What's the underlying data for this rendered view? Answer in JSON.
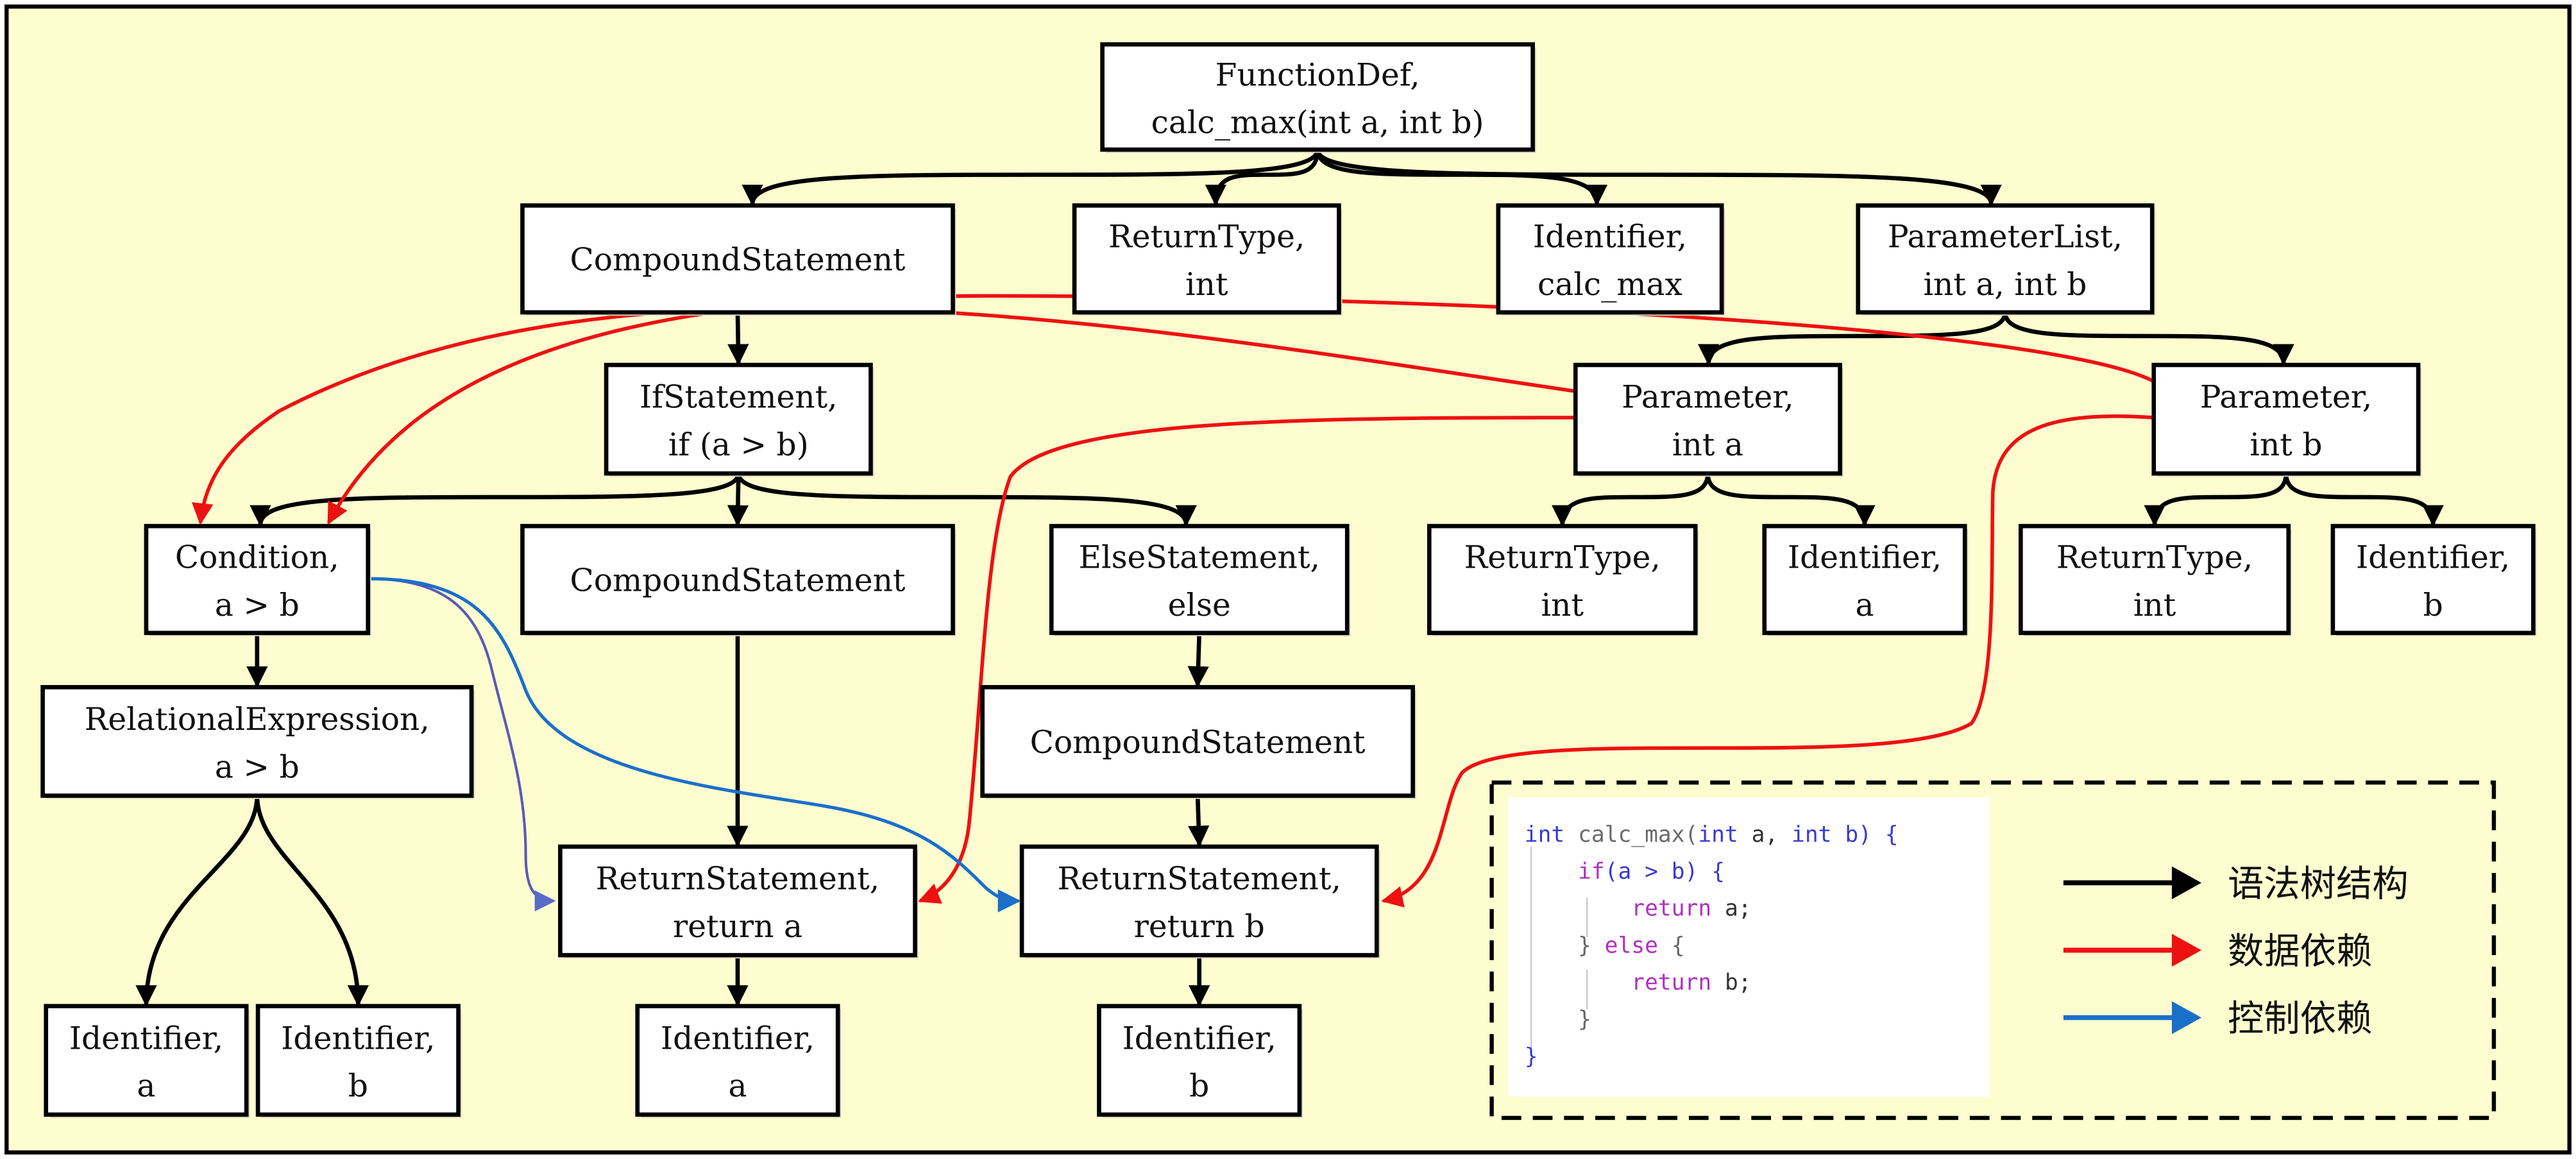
{
  "diagram": {
    "background_color": "#fdfdd0",
    "colors": {
      "tree": "#000000",
      "data_dependency": "#ee1111",
      "control_dependency": "#1a6fc9"
    },
    "nodes": [
      {
        "id": "functiondef",
        "lines": [
          "FunctionDef,",
          "calc_max(int a, int b)"
        ]
      },
      {
        "id": "compound1",
        "lines": [
          "CompoundStatement"
        ]
      },
      {
        "id": "returntype_fn",
        "lines": [
          "ReturnType,",
          "int"
        ]
      },
      {
        "id": "identifier_fn",
        "lines": [
          "Identifier,",
          "calc_max"
        ]
      },
      {
        "id": "parameterlist",
        "lines": [
          "ParameterList,",
          "int a, int b"
        ]
      },
      {
        "id": "ifstatement",
        "lines": [
          "IfStatement,",
          "if (a > b)"
        ]
      },
      {
        "id": "param_a",
        "lines": [
          "Parameter,",
          "int a"
        ]
      },
      {
        "id": "param_b",
        "lines": [
          "Parameter,",
          "int b"
        ]
      },
      {
        "id": "condition",
        "lines": [
          "Condition,",
          "a > b"
        ]
      },
      {
        "id": "compound2",
        "lines": [
          "CompoundStatement"
        ]
      },
      {
        "id": "elsestatement",
        "lines": [
          "ElseStatement,",
          "else"
        ]
      },
      {
        "id": "returntype_a",
        "lines": [
          "ReturnType,",
          "int"
        ]
      },
      {
        "id": "identifier_pa",
        "lines": [
          "Identifier,",
          "a"
        ]
      },
      {
        "id": "returntype_b",
        "lines": [
          "ReturnType,",
          "int"
        ]
      },
      {
        "id": "identifier_pb",
        "lines": [
          "Identifier,",
          "b"
        ]
      },
      {
        "id": "relational",
        "lines": [
          "RelationalExpression,",
          "a > b"
        ]
      },
      {
        "id": "compound3",
        "lines": [
          "CompoundStatement"
        ]
      },
      {
        "id": "return_a",
        "lines": [
          "ReturnStatement,",
          "return a"
        ]
      },
      {
        "id": "return_b",
        "lines": [
          "ReturnStatement,",
          "return b"
        ]
      },
      {
        "id": "identifier_rel_a",
        "lines": [
          "Identifier,",
          "a"
        ]
      },
      {
        "id": "identifier_rel_b",
        "lines": [
          "Identifier,",
          "b"
        ]
      },
      {
        "id": "identifier_ret_a",
        "lines": [
          "Identifier,",
          "a"
        ]
      },
      {
        "id": "identifier_ret_b",
        "lines": [
          "Identifier,",
          "b"
        ]
      }
    ],
    "edges": {
      "tree": [
        [
          "functiondef",
          "compound1"
        ],
        [
          "functiondef",
          "returntype_fn"
        ],
        [
          "functiondef",
          "identifier_fn"
        ],
        [
          "functiondef",
          "parameterlist"
        ],
        [
          "compound1",
          "ifstatement"
        ],
        [
          "parameterlist",
          "param_a"
        ],
        [
          "parameterlist",
          "param_b"
        ],
        [
          "ifstatement",
          "condition"
        ],
        [
          "ifstatement",
          "compound2"
        ],
        [
          "ifstatement",
          "elsestatement"
        ],
        [
          "param_a",
          "returntype_a"
        ],
        [
          "param_a",
          "identifier_pa"
        ],
        [
          "param_b",
          "returntype_b"
        ],
        [
          "param_b",
          "identifier_pb"
        ],
        [
          "condition",
          "relational"
        ],
        [
          "elsestatement",
          "compound3"
        ],
        [
          "compound2",
          "return_a"
        ],
        [
          "compound3",
          "return_b"
        ],
        [
          "relational",
          "identifier_rel_a"
        ],
        [
          "relational",
          "identifier_rel_b"
        ],
        [
          "return_a",
          "identifier_ret_a"
        ],
        [
          "return_b",
          "identifier_ret_b"
        ]
      ],
      "data": [
        [
          "param_a",
          "condition"
        ],
        [
          "param_b",
          "condition"
        ],
        [
          "param_a",
          "return_a"
        ],
        [
          "param_b",
          "return_b"
        ]
      ],
      "control": [
        [
          "condition",
          "return_a"
        ],
        [
          "condition",
          "return_b"
        ]
      ]
    }
  },
  "code": {
    "lines": [
      [
        {
          "t": "int",
          "c": "#3a3ad0"
        },
        {
          "t": " calc_max(",
          "c": "#6a6a6a"
        },
        {
          "t": "int",
          "c": "#3a3ad0"
        },
        {
          "t": " a, ",
          "c": "#333333"
        },
        {
          "t": "int",
          "c": "#3a3ad0"
        },
        {
          "t": " b) {",
          "c": "#3a3ad0"
        }
      ],
      [
        {
          "t": "    ",
          "c": "#333"
        },
        {
          "t": "if",
          "c": "#b030c0"
        },
        {
          "t": "(a > b) {",
          "c": "#3a3ad0"
        }
      ],
      [
        {
          "t": "        ",
          "c": "#333"
        },
        {
          "t": "return",
          "c": "#b030c0"
        },
        {
          "t": " a;",
          "c": "#333333"
        }
      ],
      [
        {
          "t": "    } ",
          "c": "#666666"
        },
        {
          "t": "else",
          "c": "#b030c0"
        },
        {
          "t": " {",
          "c": "#666666"
        }
      ],
      [
        {
          "t": "        ",
          "c": "#333"
        },
        {
          "t": "return",
          "c": "#b030c0"
        },
        {
          "t": " b;",
          "c": "#333333"
        }
      ],
      [
        {
          "t": "    }",
          "c": "#666666"
        }
      ],
      [
        {
          "t": "}",
          "c": "#3a3ad0"
        }
      ]
    ]
  },
  "legend": {
    "items": [
      {
        "label": "语法树结构",
        "kind": "tree"
      },
      {
        "label": "数据依赖",
        "kind": "data"
      },
      {
        "label": "控制依赖",
        "kind": "control"
      }
    ]
  }
}
